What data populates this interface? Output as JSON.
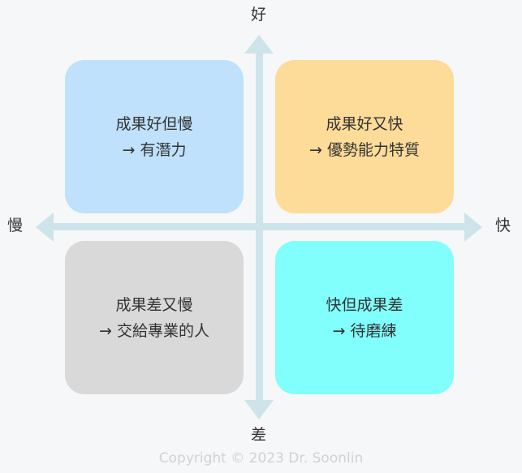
{
  "axes": {
    "top": "好",
    "bottom": "差",
    "left": "慢",
    "right": "快",
    "color": "#cde5ea"
  },
  "quadrants": {
    "top_left": {
      "line1": "成果好但慢",
      "line2": "→ 有潛力",
      "color": "#bfe1fb"
    },
    "top_right": {
      "line1": "成果好又快",
      "line2": "→ 優勢能力特質",
      "color": "#fddb98"
    },
    "bottom_left": {
      "line1": "成果差又慢",
      "line2": "→ 交給專業的人",
      "color": "#d9d9d9"
    },
    "bottom_right": {
      "line1": "快但成果差",
      "line2": "→ 待磨練",
      "color": "#80fffd"
    }
  },
  "footer": {
    "copyright": "Copyright © 2023 Dr. Soonlin"
  }
}
